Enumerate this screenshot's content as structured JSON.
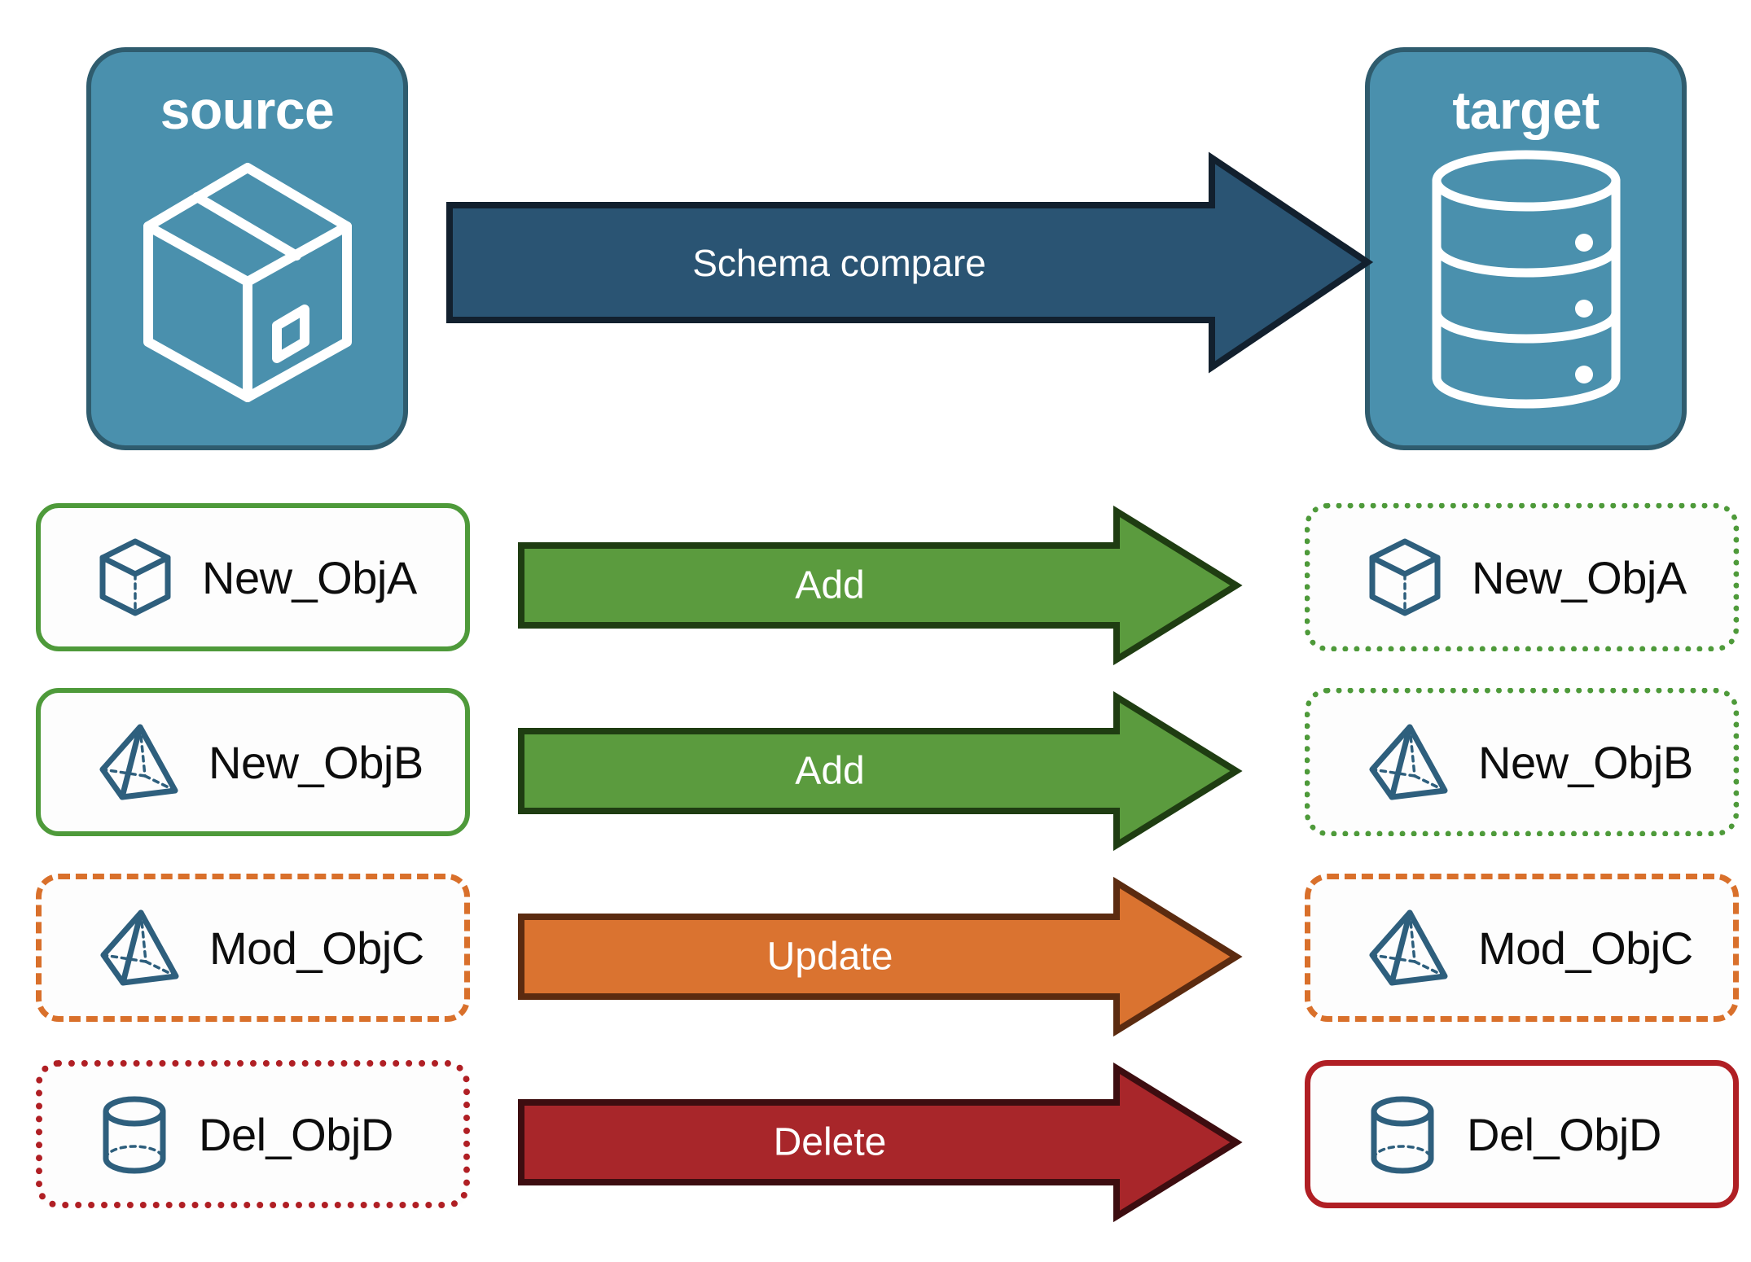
{
  "diagram": {
    "title": "Schema compare between source and target",
    "source": {
      "label": "source",
      "icon": "package-box-icon"
    },
    "target": {
      "label": "target",
      "icon": "database-cylinder-icon"
    },
    "main_arrow": {
      "label": "Schema compare",
      "fill": "#2a5473",
      "stroke": "#12202e",
      "text_color": "#ffffff"
    },
    "rows": [
      {
        "action": "Add",
        "source_object": "New_ObjA",
        "target_object": "New_ObjA",
        "source_icon": "wireframe-cube-icon",
        "target_icon": "wireframe-cube-icon",
        "source_border": "green solid",
        "target_border": "green dotted",
        "arrow_fill": "#5b9b3e",
        "arrow_stroke": "#1f3d12",
        "accent": "#4e9a3a"
      },
      {
        "action": "Add",
        "source_object": "New_ObjB",
        "target_object": "New_ObjB",
        "source_icon": "wireframe-pyramid-icon",
        "target_icon": "wireframe-pyramid-icon",
        "source_border": "green solid",
        "target_border": "green dotted",
        "arrow_fill": "#5b9b3e",
        "arrow_stroke": "#1f3d12",
        "accent": "#4e9a3a"
      },
      {
        "action": "Update",
        "source_object": "Mod_ObjC",
        "target_object": "Mod_ObjC",
        "source_icon": "wireframe-pyramid-icon",
        "target_icon": "wireframe-pyramid-icon",
        "source_border": "orange dashed",
        "target_border": "orange dashed",
        "arrow_fill": "#da7330",
        "arrow_stroke": "#5b2b10",
        "accent": "#d9702b"
      },
      {
        "action": "Delete",
        "source_object": "Del_ObjD",
        "target_object": "Del_ObjD",
        "source_icon": "wireframe-cylinder-icon",
        "target_icon": "wireframe-cylinder-icon",
        "source_border": "red dotted",
        "target_border": "red solid",
        "arrow_fill": "#a8262a",
        "arrow_stroke": "#3d0d10",
        "accent": "#b01f24"
      }
    ],
    "colors": {
      "card_fill": "#4a90ad",
      "card_stroke": "#2f5c6e",
      "object_icon": "#2e5f7d",
      "page_background": "#ffffff"
    }
  }
}
